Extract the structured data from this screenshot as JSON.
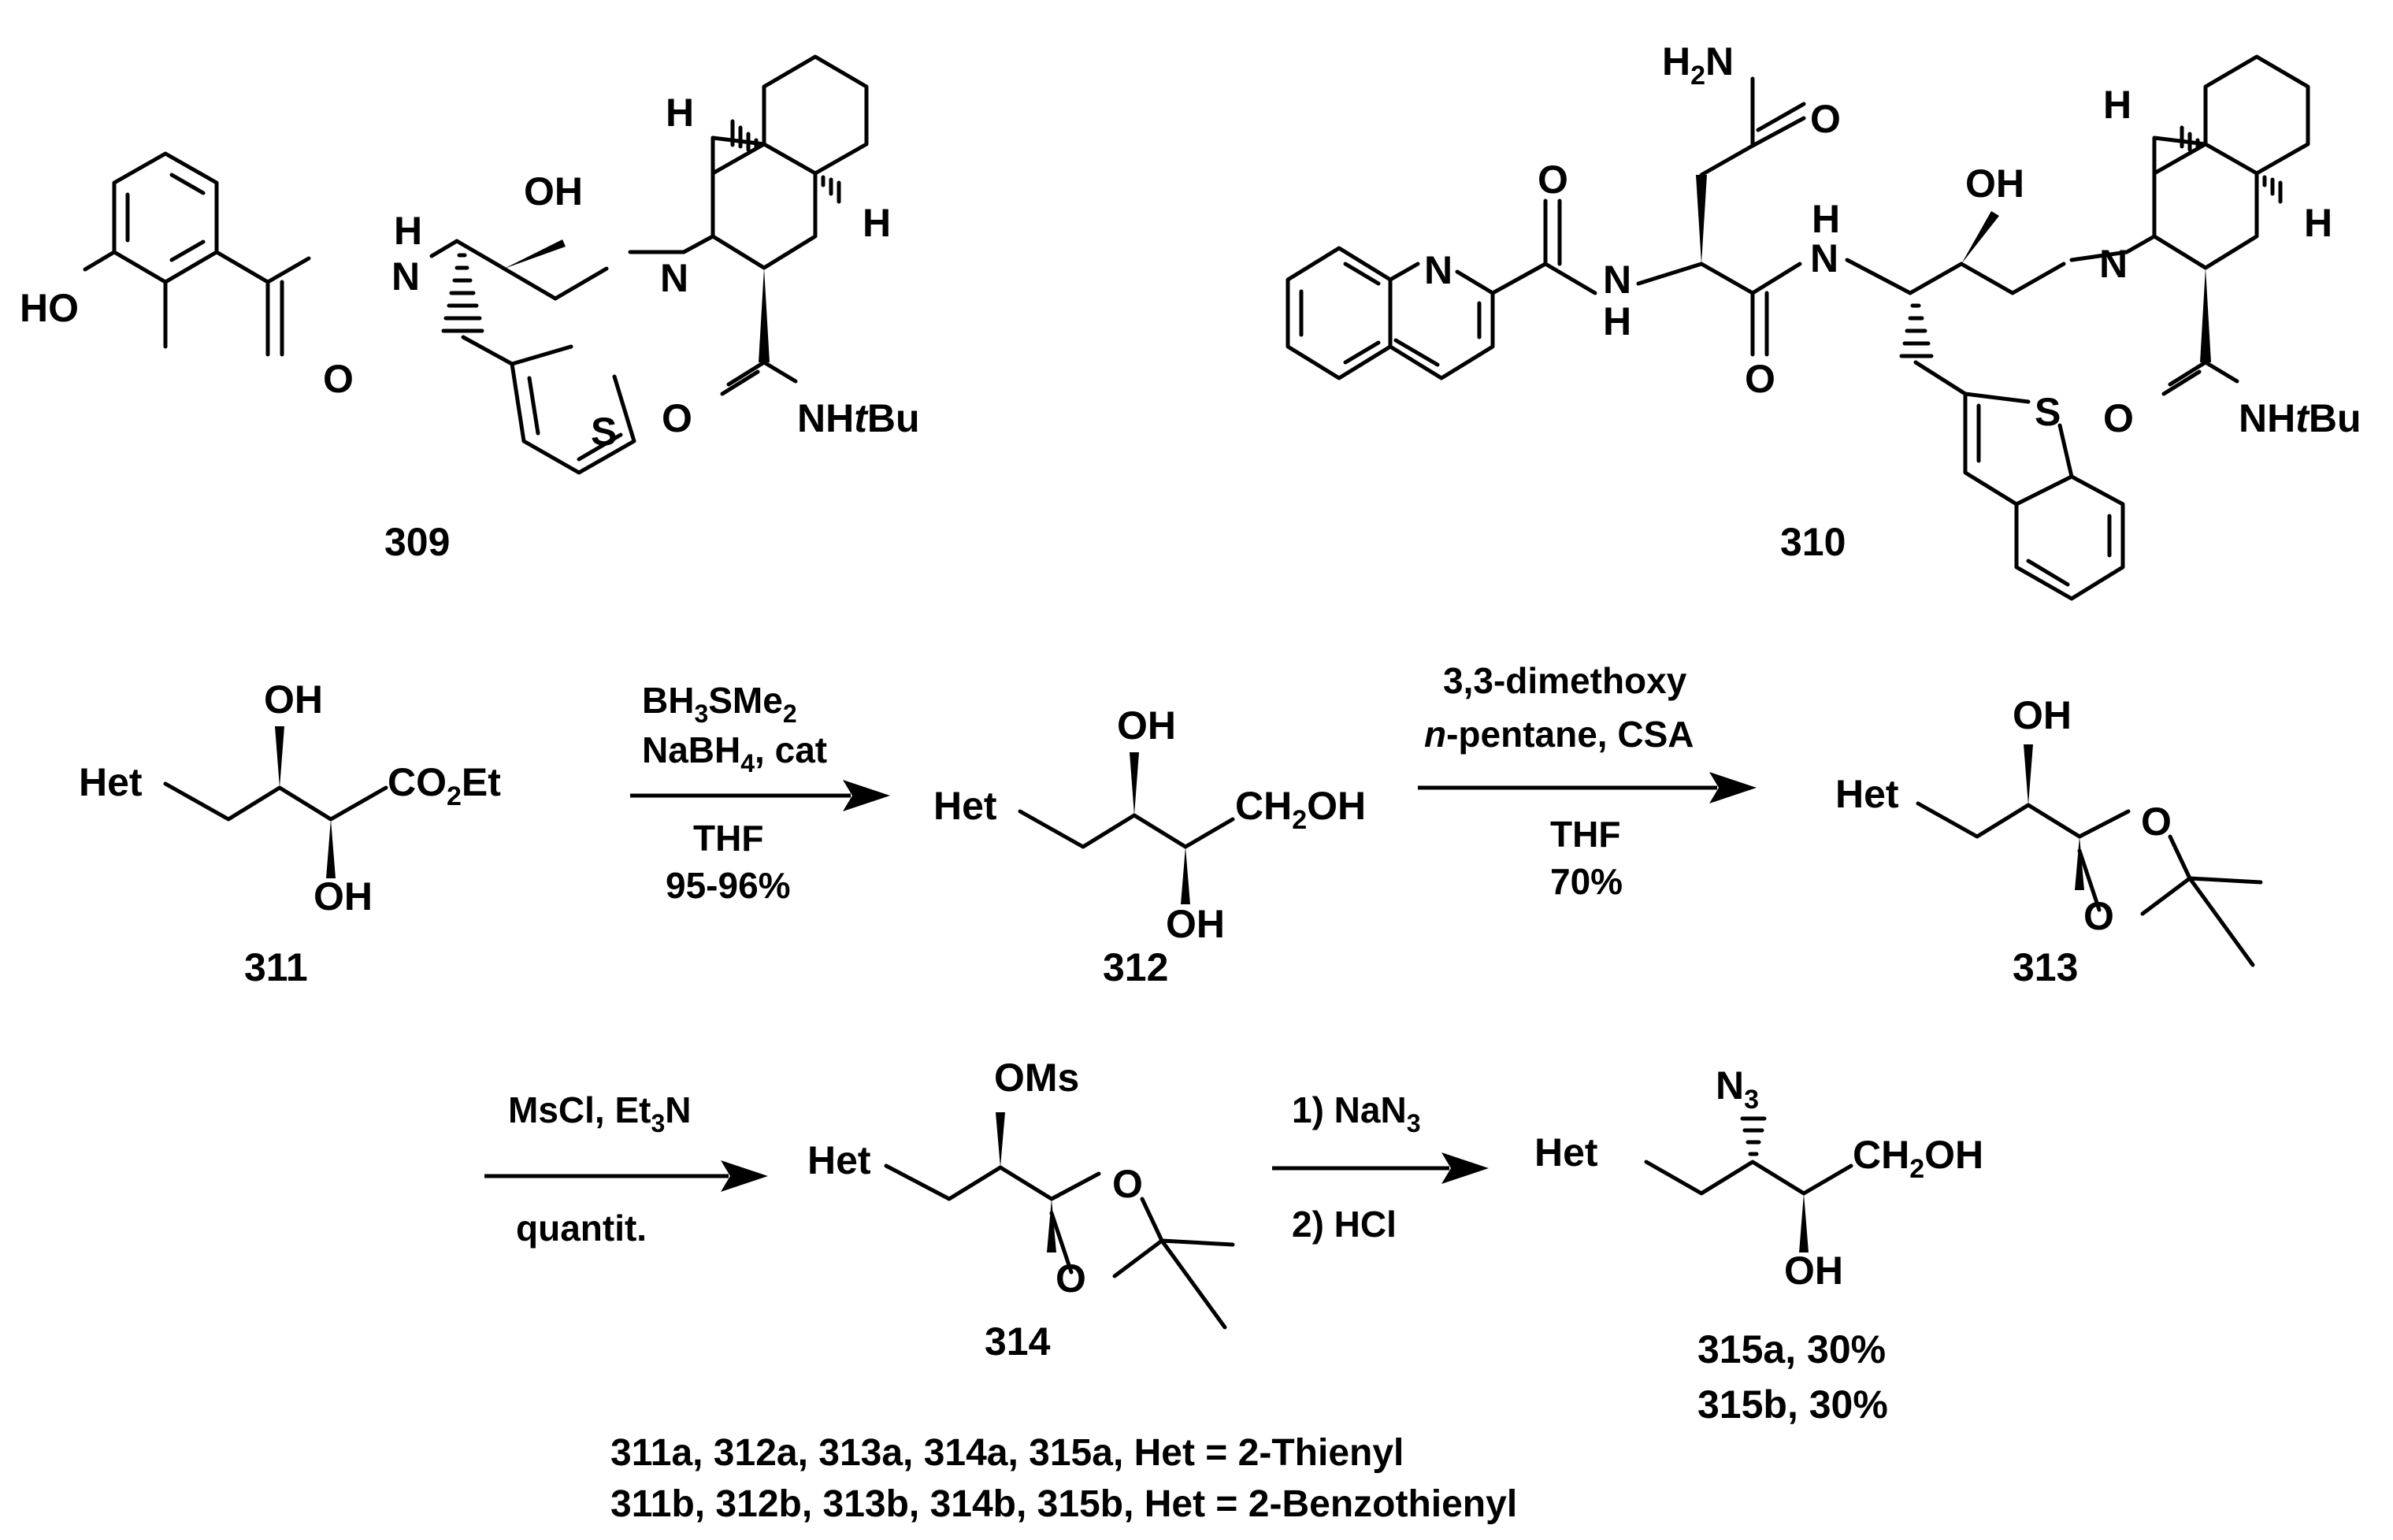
{
  "compounds": {
    "c309": {
      "id": "309",
      "atoms": {
        "HO": "HO",
        "OH": "OH",
        "H_amide": "H",
        "N_amide": "N",
        "O_amide": "O",
        "N_ring": "N",
        "H_top": "H",
        "H_right": "H",
        "S": "S",
        "O_carb": "O",
        "NHtBu_pre": "NH",
        "NHtBu_t": "t",
        "NHtBu_post": "Bu"
      }
    },
    "c310": {
      "id": "310",
      "atoms": {
        "H2N_H": "H",
        "H2N_2": "2",
        "H2N_N": "N",
        "O_top": "O",
        "O_left": "O",
        "N_quin": "N",
        "N_amide1": "N",
        "H_amide1": "H",
        "O_mid": "O",
        "H_amide2": "H",
        "N_amide2": "N",
        "OH": "OH",
        "N_ring": "N",
        "H_top": "H",
        "H_right": "H",
        "S": "S",
        "O_carb": "O",
        "NHtBu_pre": "NH",
        "NHtBu_t": "t",
        "NHtBu_post": "Bu"
      }
    },
    "c311": {
      "id": "311",
      "het": "Het",
      "oh_top": "OH",
      "oh_bottom": "OH",
      "ester_pre": "CO",
      "ester_sub": "2",
      "ester_post": "Et"
    },
    "c312": {
      "id": "312",
      "het": "Het",
      "oh_top": "OH",
      "oh_bottom": "OH",
      "ch2oh_pre": "CH",
      "ch2oh_sub": "2",
      "ch2oh_post": "OH"
    },
    "c313": {
      "id": "313",
      "het": "Het",
      "oh_top": "OH",
      "o_ring1": "O",
      "o_ring2": "O"
    },
    "c314": {
      "id": "314",
      "het": "Het",
      "oms": "OMs",
      "o_ring1": "O",
      "o_ring2": "O"
    },
    "c315": {
      "id_a": "315a, 30%",
      "id_b": "315b, 30%",
      "het": "Het",
      "n3_pre": "N",
      "n3_sub": "3",
      "oh_bottom": "OH",
      "ch2oh_pre": "CH",
      "ch2oh_sub": "2",
      "ch2oh_post": "OH"
    }
  },
  "arrows": [
    {
      "above": [
        {
          "pre": "BH",
          "sub": "3",
          "post": "SMe",
          "sub2": "2"
        },
        {
          "pre": "NaBH",
          "sub": "4",
          "post": ", cat"
        }
      ],
      "below": [
        "THF",
        "95-96%"
      ]
    },
    {
      "above": [
        "3,3-dimethoxy",
        {
          "italic": "n",
          "post": "-pentane, CSA"
        }
      ],
      "below": [
        "THF",
        "70%"
      ]
    },
    {
      "above": [
        {
          "pre": "MsCl, Et",
          "sub": "3",
          "post": "N"
        }
      ],
      "below": [
        "quantit."
      ]
    },
    {
      "above": [
        {
          "pre": "1) NaN",
          "sub": "3"
        }
      ],
      "below": [
        "2) HCl"
      ]
    }
  ],
  "footnotes": [
    "311a, 312a, 313a, 314a, 315a, Het = 2-Thienyl",
    "311b, 312b, 313b, 314b, 315b, Het = 2-Benzothienyl"
  ]
}
